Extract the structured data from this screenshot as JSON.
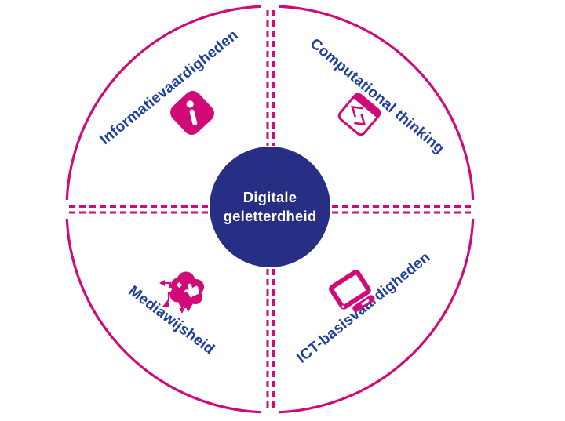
{
  "diagram": {
    "center": {
      "line1": "Digitale",
      "line2": "geletterdheid"
    },
    "quadrants": [
      {
        "position": "top-left",
        "label": "Informatievaardigheden",
        "icon": "info-icon"
      },
      {
        "position": "top-right",
        "label": "Computational thinking",
        "icon": "code-window-icon"
      },
      {
        "position": "bottom-left",
        "label": "Mediawijsheid",
        "icon": "media-cloud-thumbs-up-icon"
      },
      {
        "position": "bottom-right",
        "label": "ICT-basisvaardigheden",
        "icon": "laptop-icon"
      }
    ],
    "colors": {
      "magenta": "#D00A77",
      "navy": "#272F84",
      "label_blue": "#1E3F9A",
      "background": "#FFFFFF",
      "white": "#FFFFFF"
    }
  }
}
